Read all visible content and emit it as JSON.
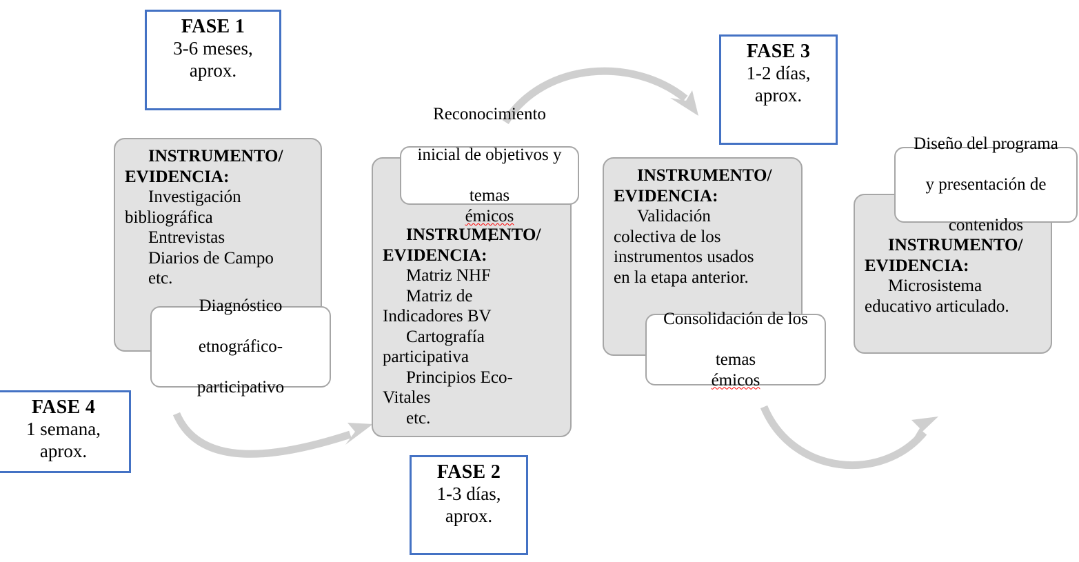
{
  "colors": {
    "phase_border": "#4472C4",
    "panel_fill": "#E2E2E2",
    "panel_border": "#A6A6A6",
    "arrow": "#CFCFCF",
    "spellcheck": "#FF0000",
    "background": "#FFFFFF"
  },
  "phases": [
    {
      "id": "fase-1",
      "title": "FASE 1",
      "duration": "3-6 meses,",
      "approx": "aprox."
    },
    {
      "id": "fase-2",
      "title": "FASE 2",
      "duration": "1-3 días,",
      "approx": "aprox."
    },
    {
      "id": "fase-3",
      "title": "FASE 3",
      "duration": "1-2 días,",
      "approx": "aprox."
    },
    {
      "id": "fase-4",
      "title": "FASE 4",
      "duration": "1 semana,",
      "approx": "aprox."
    }
  ],
  "stages": [
    {
      "id": "stage-1",
      "heading_line1": "INSTRUMENTO/",
      "heading_line2": "EVIDENCIA:",
      "items": [
        "Investigación",
        "bibliográfica",
        "Entrevistas",
        "Diarios de Campo",
        "etc."
      ],
      "callout": {
        "id": "callout-diagnostico",
        "lines": [
          "Diagnóstico",
          "etnográfico-",
          "participativo"
        ]
      }
    },
    {
      "id": "stage-2",
      "heading_line1": "INSTRUMENTO/",
      "heading_line2": "EVIDENCIA:",
      "items": [
        "Matriz NHF",
        "Matriz de",
        "Indicadores BV",
        "Cartografía",
        "participativa",
        "Principios Eco-",
        "Vitales",
        "etc."
      ],
      "callout": {
        "id": "callout-reconocimiento",
        "lines": [
          "Reconocimiento",
          "inicial de objetivos y",
          "temas "
        ],
        "misspelled": "émicos",
        "tail": "."
      }
    },
    {
      "id": "stage-3",
      "heading_line1": "INSTRUMENTO/",
      "heading_line2": "EVIDENCIA:",
      "items": [
        "Validación",
        "colectiva de los",
        "instrumentos usados",
        "en la etapa anterior."
      ],
      "callout": {
        "id": "callout-consolidacion",
        "lines": [
          "Consolidación de los",
          "temas "
        ],
        "misspelled": "émicos",
        "tail": ""
      }
    },
    {
      "id": "stage-4",
      "heading_line1": "INSTRUMENTO/",
      "heading_line2": "EVIDENCIA:",
      "items": [
        "Microsistema",
        "educativo articulado."
      ],
      "callout": {
        "id": "callout-diseno",
        "lines": [
          "Diseño del programa",
          "y presentación de",
          "contenidos"
        ]
      }
    }
  ],
  "arrows": [
    {
      "id": "arrow-stage1-to-stage2",
      "direction": "down-right-to-up-right"
    },
    {
      "id": "arrow-stage2-to-stage3",
      "direction": "up-over-to-down-right"
    },
    {
      "id": "arrow-stage3-to-stage4",
      "direction": "down-under-to-up-right"
    }
  ]
}
